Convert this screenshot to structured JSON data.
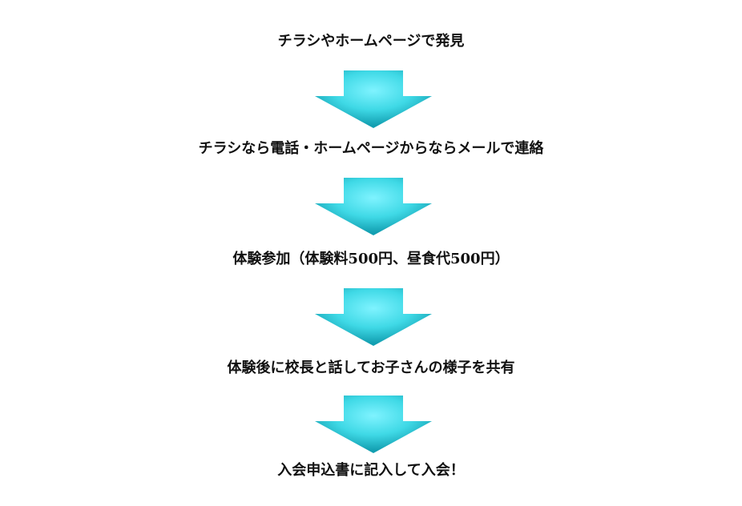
{
  "steps": [
    {
      "text": "チラシやホームページで発見"
    },
    {
      "text": "チラシなら電話・ホームページからならメールで連絡"
    },
    {
      "text": "体験参加（体験料500円、昼食代500円）"
    },
    {
      "text": "体験後に校長と話してお子さんの様子を共有"
    },
    {
      "text": "入会申込書に記入して入会！"
    }
  ],
  "arrow": {
    "icon": "down-arrow-icon",
    "color_center": "#7ff3ff",
    "color_mid": "#3fd9e6",
    "color_edge": "#139fb1"
  }
}
